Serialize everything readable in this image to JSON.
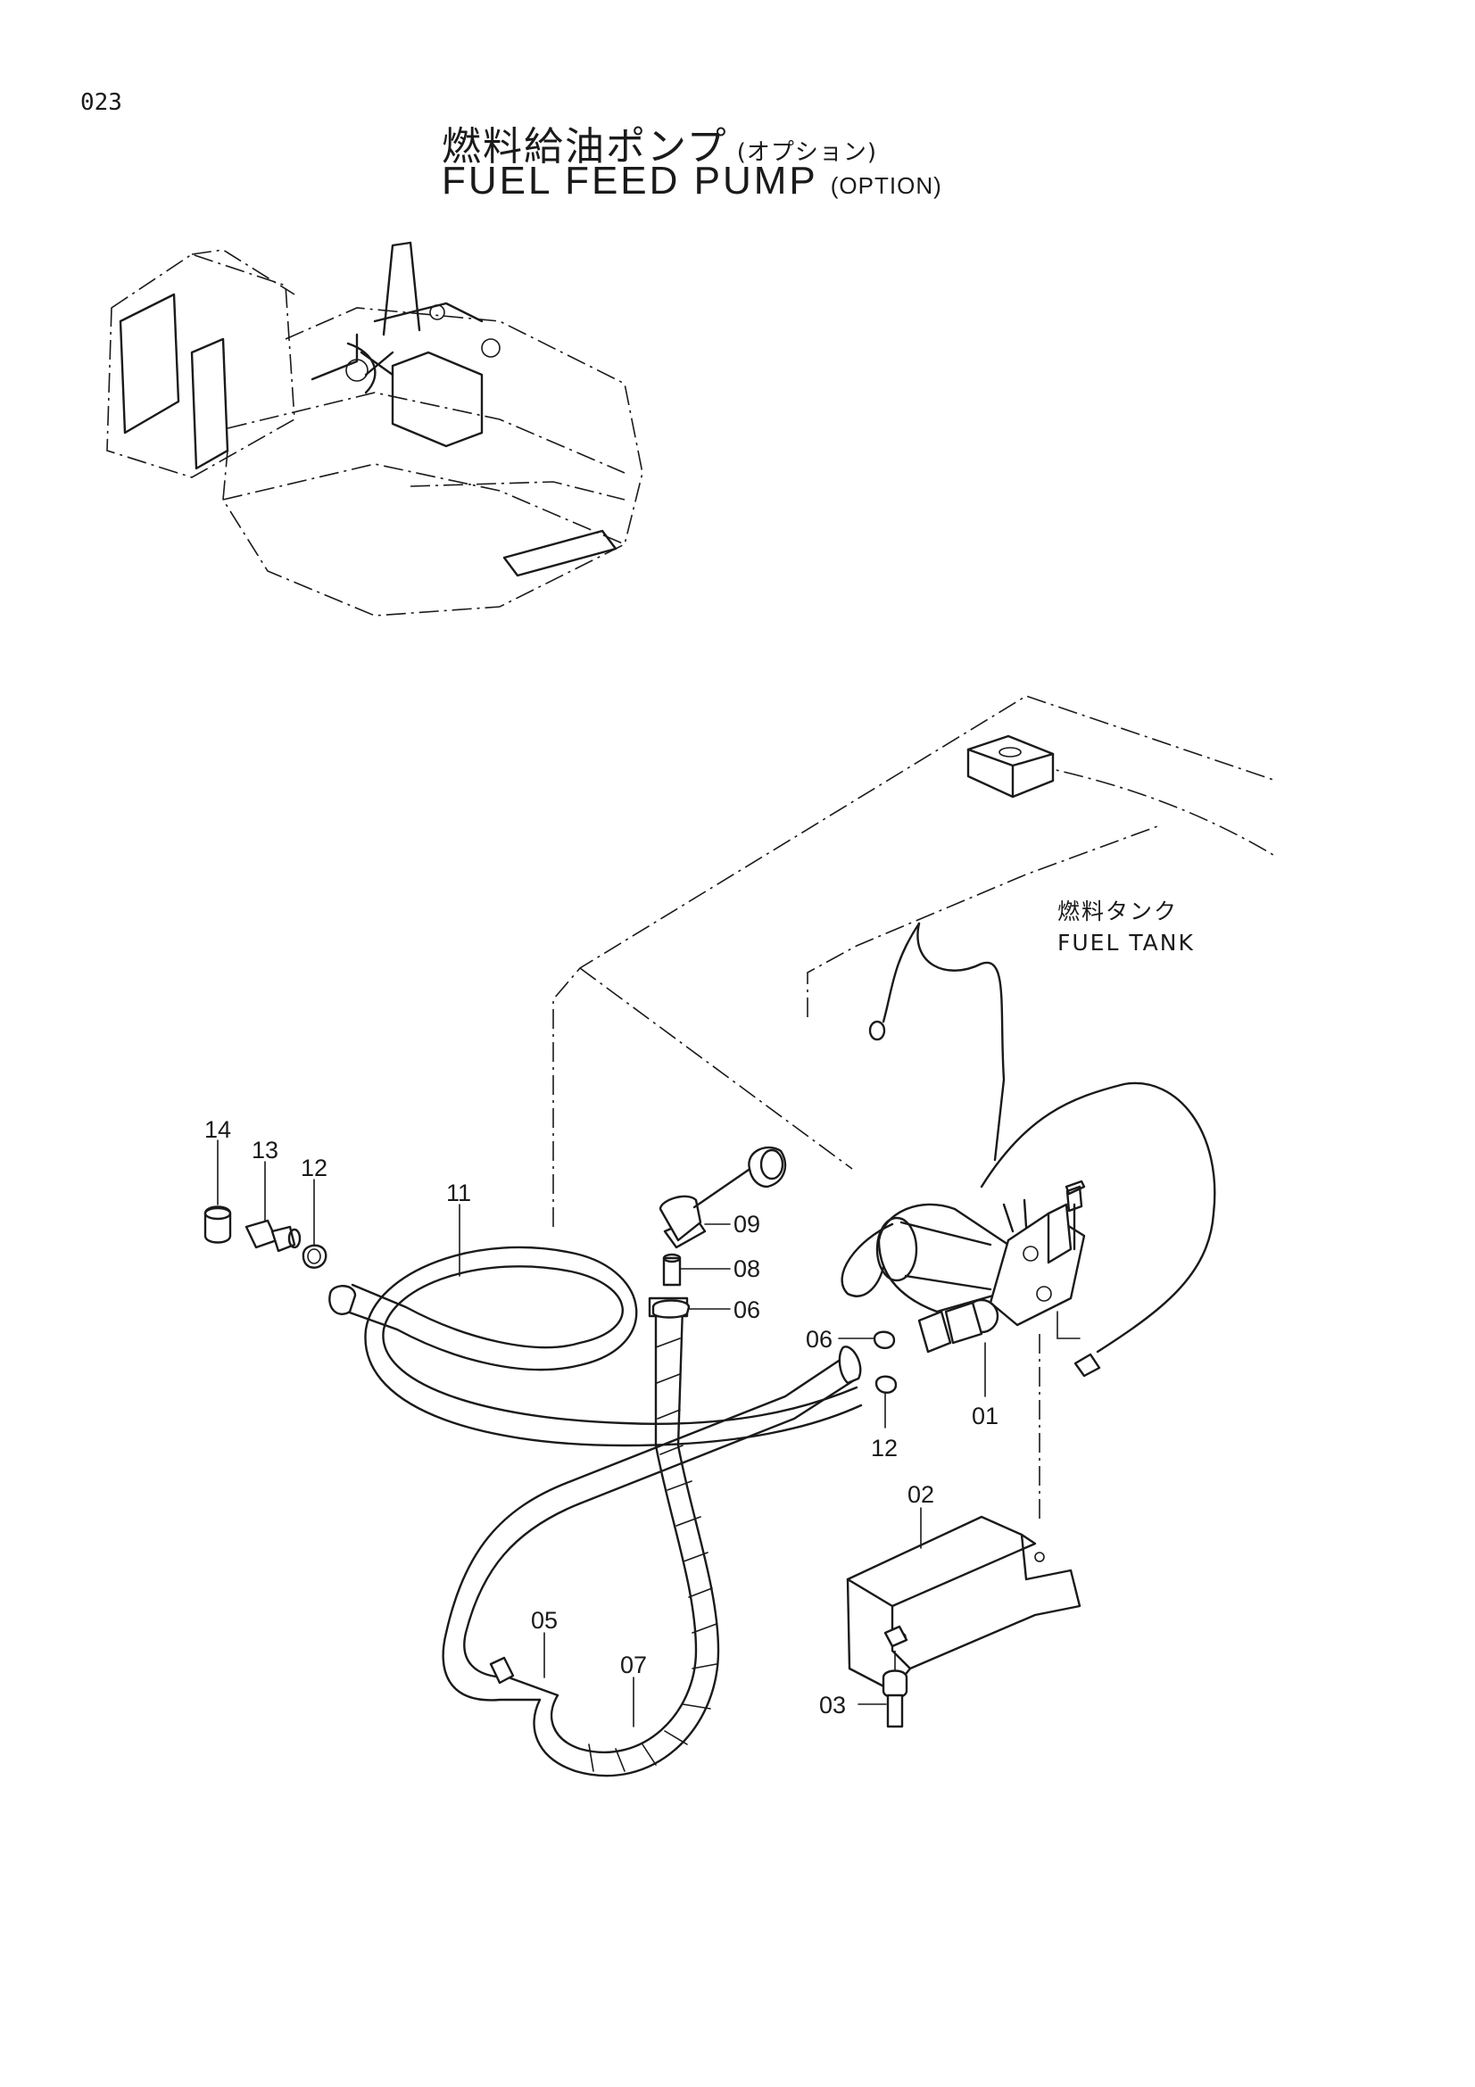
{
  "page_number": "023",
  "title": {
    "japanese": "燃料給油ポンプ",
    "japanese_option": "(オプション)",
    "english": "FUEL FEED PUMP",
    "english_option": "(OPTION)"
  },
  "fuel_tank_label": {
    "japanese": "燃料タンク",
    "english": "FUEL TANK"
  },
  "callouts": {
    "c14": "14",
    "c13": "13",
    "c12a": "12",
    "c11": "11",
    "c09": "09",
    "c08": "08",
    "c06a": "06",
    "c06b": "06",
    "c12b": "12",
    "c01": "01",
    "c02": "02",
    "c05": "05",
    "c07": "07",
    "c03": "03"
  }
}
